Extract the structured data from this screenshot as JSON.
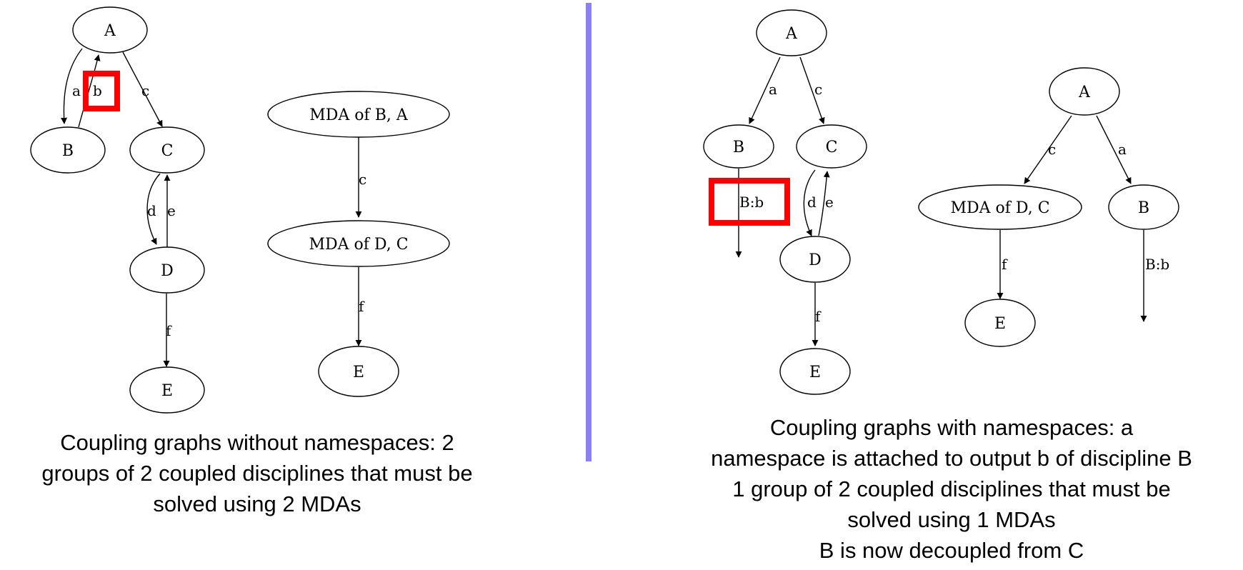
{
  "colors": {
    "divider": "#8d80f3",
    "highlight": "#ff0000"
  },
  "left_graph": {
    "graph1": {
      "A": "A",
      "B": "B",
      "C": "C",
      "D": "D",
      "E": "E",
      "edges": {
        "a": "a",
        "b": "b",
        "c": "c",
        "d": "d",
        "e": "e",
        "f": "f"
      }
    },
    "graph2": {
      "mda1": "MDA of B, A",
      "mda2": "MDA of D, C",
      "E": "E",
      "edges": {
        "c": "c",
        "f": "f"
      }
    }
  },
  "right_graph": {
    "graph1": {
      "A": "A",
      "B": "B",
      "C": "C",
      "D": "D",
      "E": "E",
      "edges": {
        "a": "a",
        "c": "c",
        "d": "d",
        "e": "e",
        "f": "f",
        "bb": "B:b"
      }
    },
    "graph2": {
      "A": "A",
      "mda": "MDA of D, C",
      "B": "B",
      "E": "E",
      "edges": {
        "c": "c",
        "a": "a",
        "f": "f",
        "bb": "B:b"
      }
    }
  },
  "captions": {
    "left": [
      "Coupling graphs without namespaces: 2",
      "groups of 2 coupled disciplines that must be",
      "solved using 2 MDAs"
    ],
    "right": [
      "Coupling graphs with namespaces: a",
      "namespace is attached to output b of discipline B",
      "1 group of 2 coupled disciplines that must be",
      "solved using 1 MDAs",
      "B is now decoupled from C"
    ]
  }
}
